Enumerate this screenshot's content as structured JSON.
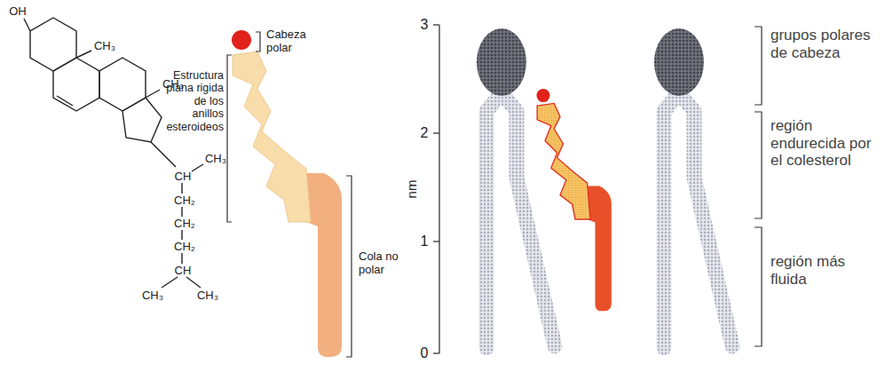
{
  "diagram": {
    "labels": [
      "OH",
      "CH₃",
      "CH₃",
      "CH₃",
      "CH",
      "CH₂",
      "CH₂",
      "CH₂",
      "CH",
      "CH₃",
      "CH₃",
      "Cabeza polar",
      "Estructura plana rigida de los anillos esteroideos",
      "Cola no polar",
      "3",
      "2",
      "1",
      "0",
      "nm",
      "grupos polares de cabeza",
      "región endurecida por el colesterol",
      "región más fluida"
    ]
  }
}
